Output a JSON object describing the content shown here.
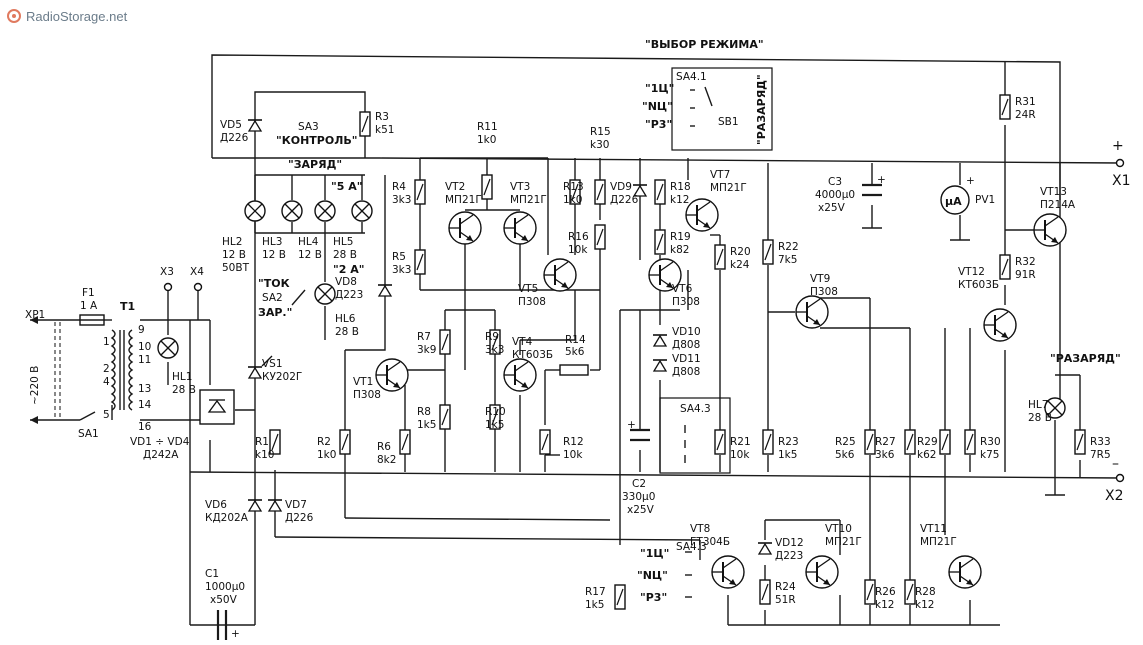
{
  "watermark": "RadioStorage.net",
  "mode_title": "\"ВЫБОР РЕЖИМА\"",
  "terminals": {
    "x1": "X1",
    "x2": "X2",
    "x3": "X3",
    "x4": "X4",
    "xp1": "XP1",
    "plus": "+",
    "minus": "–"
  },
  "mains": "~220 В",
  "fuse": {
    "ref": "F1",
    "value": "1 А"
  },
  "transformer": {
    "ref": "T1",
    "pins": [
      "9",
      "10",
      "11",
      "1",
      "2",
      "4",
      "13",
      "14",
      "16",
      "5"
    ]
  },
  "switches": {
    "sa1": "SA1",
    "sa2": "SA2",
    "sa2_label_1": "\"ТОК",
    "sa2_label_2": "ЗАР.\"",
    "sa3": "SA3",
    "sa3_label": "\"КОНТРОЛЬ\"",
    "sa41": "SA4.1",
    "sa43a": "SA4.3",
    "sa43b": "SA4.3",
    "sb1": "SB1",
    "razryad_vert": "\"РАЗАРЯД\"",
    "razryad": "\"РАЗАРЯД\"",
    "mode_1c": "\"1Ц\"",
    "mode_nc": "\"NЦ\"",
    "mode_r3": "\"Р3\""
  },
  "lamp_group": {
    "charge": "\"ЗАРЯД\"",
    "five_a": "\"5 А\"",
    "two_a": "\"2 А\""
  },
  "lamps": [
    {
      "ref": "HL1",
      "value": "28 В"
    },
    {
      "ref": "HL2",
      "value": "12 В",
      "value2": "50ВТ"
    },
    {
      "ref": "HL3",
      "value": "12 В"
    },
    {
      "ref": "HL4",
      "value": "12 В"
    },
    {
      "ref": "HL5",
      "value": "28 В"
    },
    {
      "ref": "HL6",
      "value": "28 В"
    },
    {
      "ref": "HL7",
      "value": "28 В"
    }
  ],
  "resistors": [
    {
      "ref": "R1",
      "value": "k10"
    },
    {
      "ref": "R2",
      "value": "1k0"
    },
    {
      "ref": "R3",
      "value": "k51"
    },
    {
      "ref": "R4",
      "value": "3k3"
    },
    {
      "ref": "R5",
      "value": "3k3"
    },
    {
      "ref": "R6",
      "value": "8k2"
    },
    {
      "ref": "R7",
      "value": "3k9"
    },
    {
      "ref": "R8",
      "value": "1k5"
    },
    {
      "ref": "R9",
      "value": "3k3"
    },
    {
      "ref": "R10",
      "value": "1k5"
    },
    {
      "ref": "R11",
      "value": "1k0"
    },
    {
      "ref": "R12",
      "value": "10k"
    },
    {
      "ref": "R13",
      "value": "1k0"
    },
    {
      "ref": "R14",
      "value": "5k6"
    },
    {
      "ref": "R15",
      "value": "k30"
    },
    {
      "ref": "R16",
      "value": "10k"
    },
    {
      "ref": "R17",
      "value": "1k5"
    },
    {
      "ref": "R18",
      "value": "k12"
    },
    {
      "ref": "R19",
      "value": "k82"
    },
    {
      "ref": "R20",
      "value": "k24"
    },
    {
      "ref": "R21",
      "value": "10k"
    },
    {
      "ref": "R22",
      "value": "7k5"
    },
    {
      "ref": "R23",
      "value": "1k5"
    },
    {
      "ref": "R24",
      "value": "51R"
    },
    {
      "ref": "R25",
      "value": "5k6"
    },
    {
      "ref": "R26",
      "value": "k12"
    },
    {
      "ref": "R27",
      "value": "3k6"
    },
    {
      "ref": "R28",
      "value": "k12"
    },
    {
      "ref": "R29",
      "value": "k62"
    },
    {
      "ref": "R30",
      "value": "k75"
    },
    {
      "ref": "R31",
      "value": "24R"
    },
    {
      "ref": "R32",
      "value": "91R"
    },
    {
      "ref": "R33",
      "value": "7R5"
    }
  ],
  "capacitors": [
    {
      "ref": "C1",
      "value": "1000μ0",
      "value2": "x50V"
    },
    {
      "ref": "C2",
      "value": "330μ0",
      "value2": "x25V"
    },
    {
      "ref": "C3",
      "value": "4000μ0",
      "value2": "x25V"
    }
  ],
  "diodes": [
    {
      "ref": "VD1 ÷ VD4",
      "value": "Д242А"
    },
    {
      "ref": "VD5",
      "value": "Д226"
    },
    {
      "ref": "VD6",
      "value": "КД202А"
    },
    {
      "ref": "VD7",
      "value": "Д226"
    },
    {
      "ref": "VD8",
      "value": "Д223"
    },
    {
      "ref": "VD9",
      "value": "Д226"
    },
    {
      "ref": "VD10",
      "value": "Д808"
    },
    {
      "ref": "VD11",
      "value": "Д808"
    },
    {
      "ref": "VD12",
      "value": "Д223"
    },
    {
      "ref": "VS1",
      "value": "КУ202Г"
    }
  ],
  "transistors": [
    {
      "ref": "VT1",
      "value": "П308"
    },
    {
      "ref": "VT2",
      "value": "МП21Г"
    },
    {
      "ref": "VT3",
      "value": "МП21Г"
    },
    {
      "ref": "VT4",
      "value": "КТ603Б"
    },
    {
      "ref": "VT5",
      "value": "П308"
    },
    {
      "ref": "VT6",
      "value": "П308"
    },
    {
      "ref": "VT7",
      "value": "МП21Г"
    },
    {
      "ref": "VT8",
      "value": "ГТ304Б"
    },
    {
      "ref": "VT9",
      "value": "П308"
    },
    {
      "ref": "VT10",
      "value": "МП21Г"
    },
    {
      "ref": "VT11",
      "value": "МП21Г"
    },
    {
      "ref": "VT12",
      "value": "КТ603Б"
    },
    {
      "ref": "VT13",
      "value": "П214А"
    }
  ],
  "meter": {
    "ref": "PV1",
    "symbol": "μA"
  }
}
